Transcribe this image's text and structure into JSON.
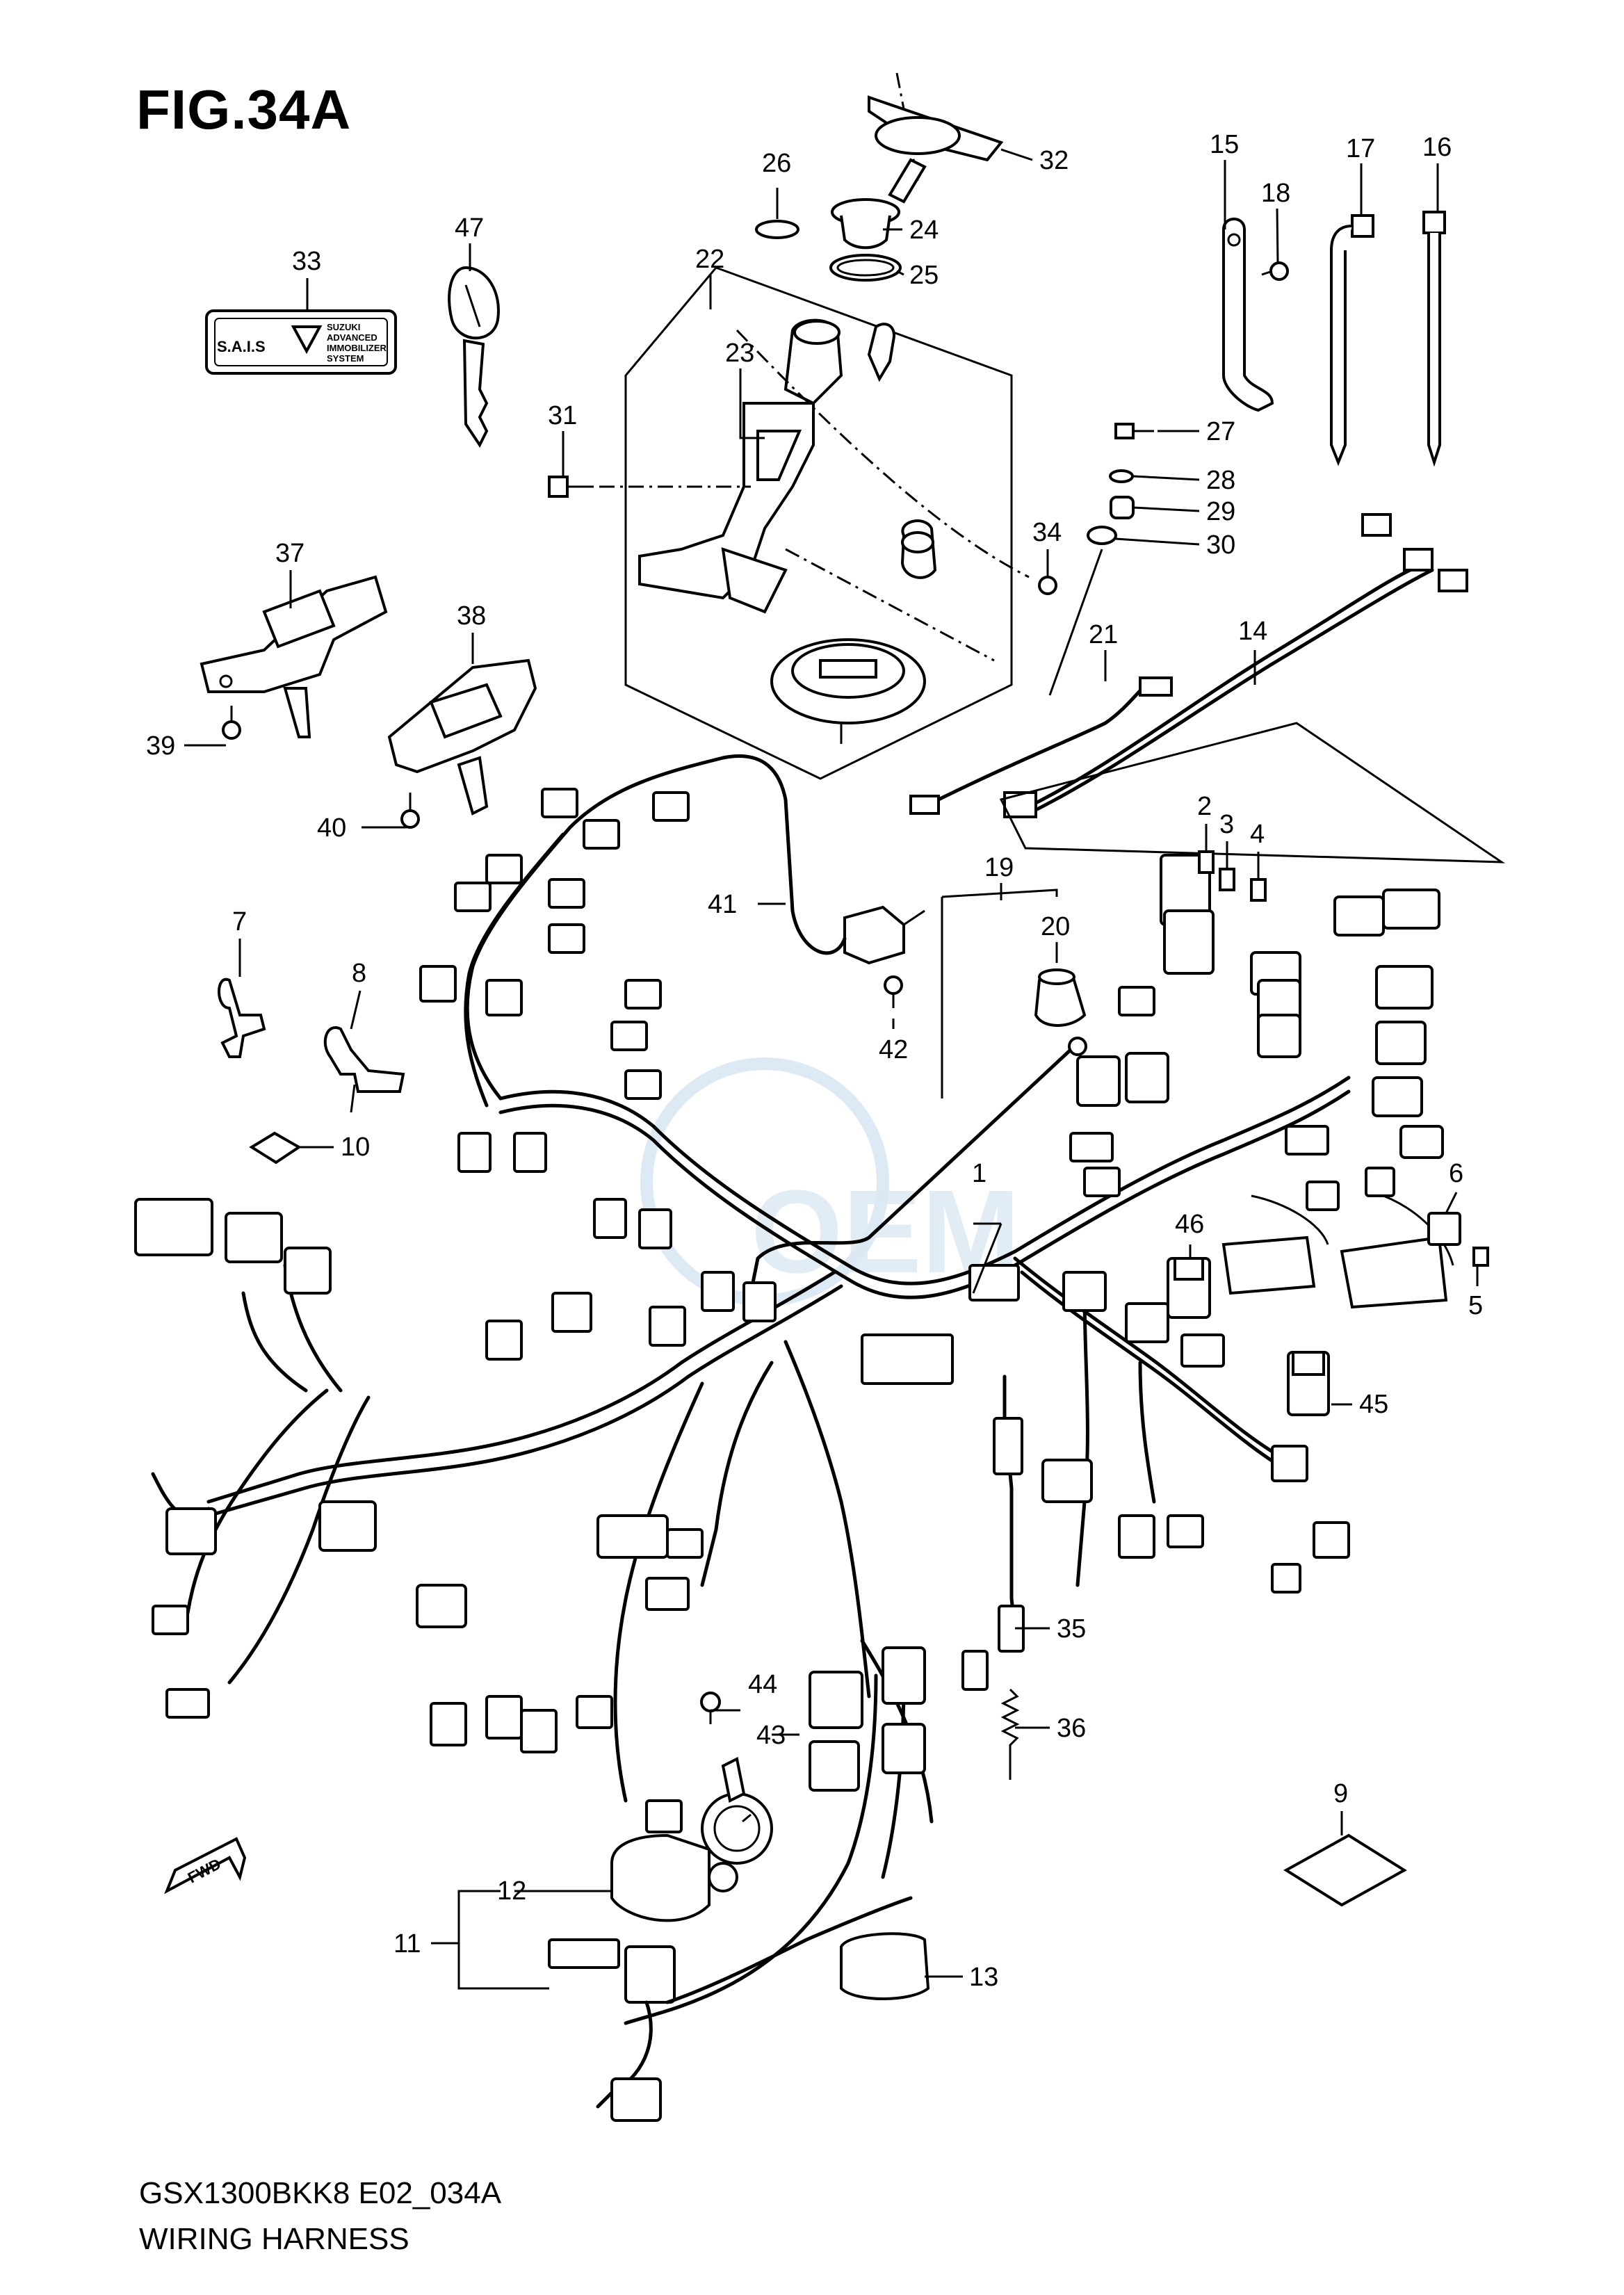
{
  "title": "FIG.34A",
  "model_code": "GSX1300BKK8 E02_034A",
  "caption": "WIRING HARNESS",
  "label_33_text": {
    "logo": "S.A.I.S",
    "lines": [
      "SUZUKI",
      "ADVANCED",
      "IMMOBILIZER",
      "SYSTEM"
    ]
  },
  "fwd_label": "FWD",
  "watermark": "OEM",
  "callouts": [
    "1",
    "2",
    "3",
    "4",
    "5",
    "6",
    "7",
    "8",
    "9",
    "10",
    "11",
    "12",
    "13",
    "14",
    "15",
    "16",
    "17",
    "18",
    "19",
    "20",
    "21",
    "22",
    "23",
    "24",
    "25",
    "26",
    "27",
    "28",
    "29",
    "30",
    "31",
    "32",
    "33",
    "34",
    "35",
    "36",
    "37",
    "38",
    "39",
    "40",
    "41",
    "42",
    "43",
    "44",
    "45",
    "46",
    "47"
  ]
}
